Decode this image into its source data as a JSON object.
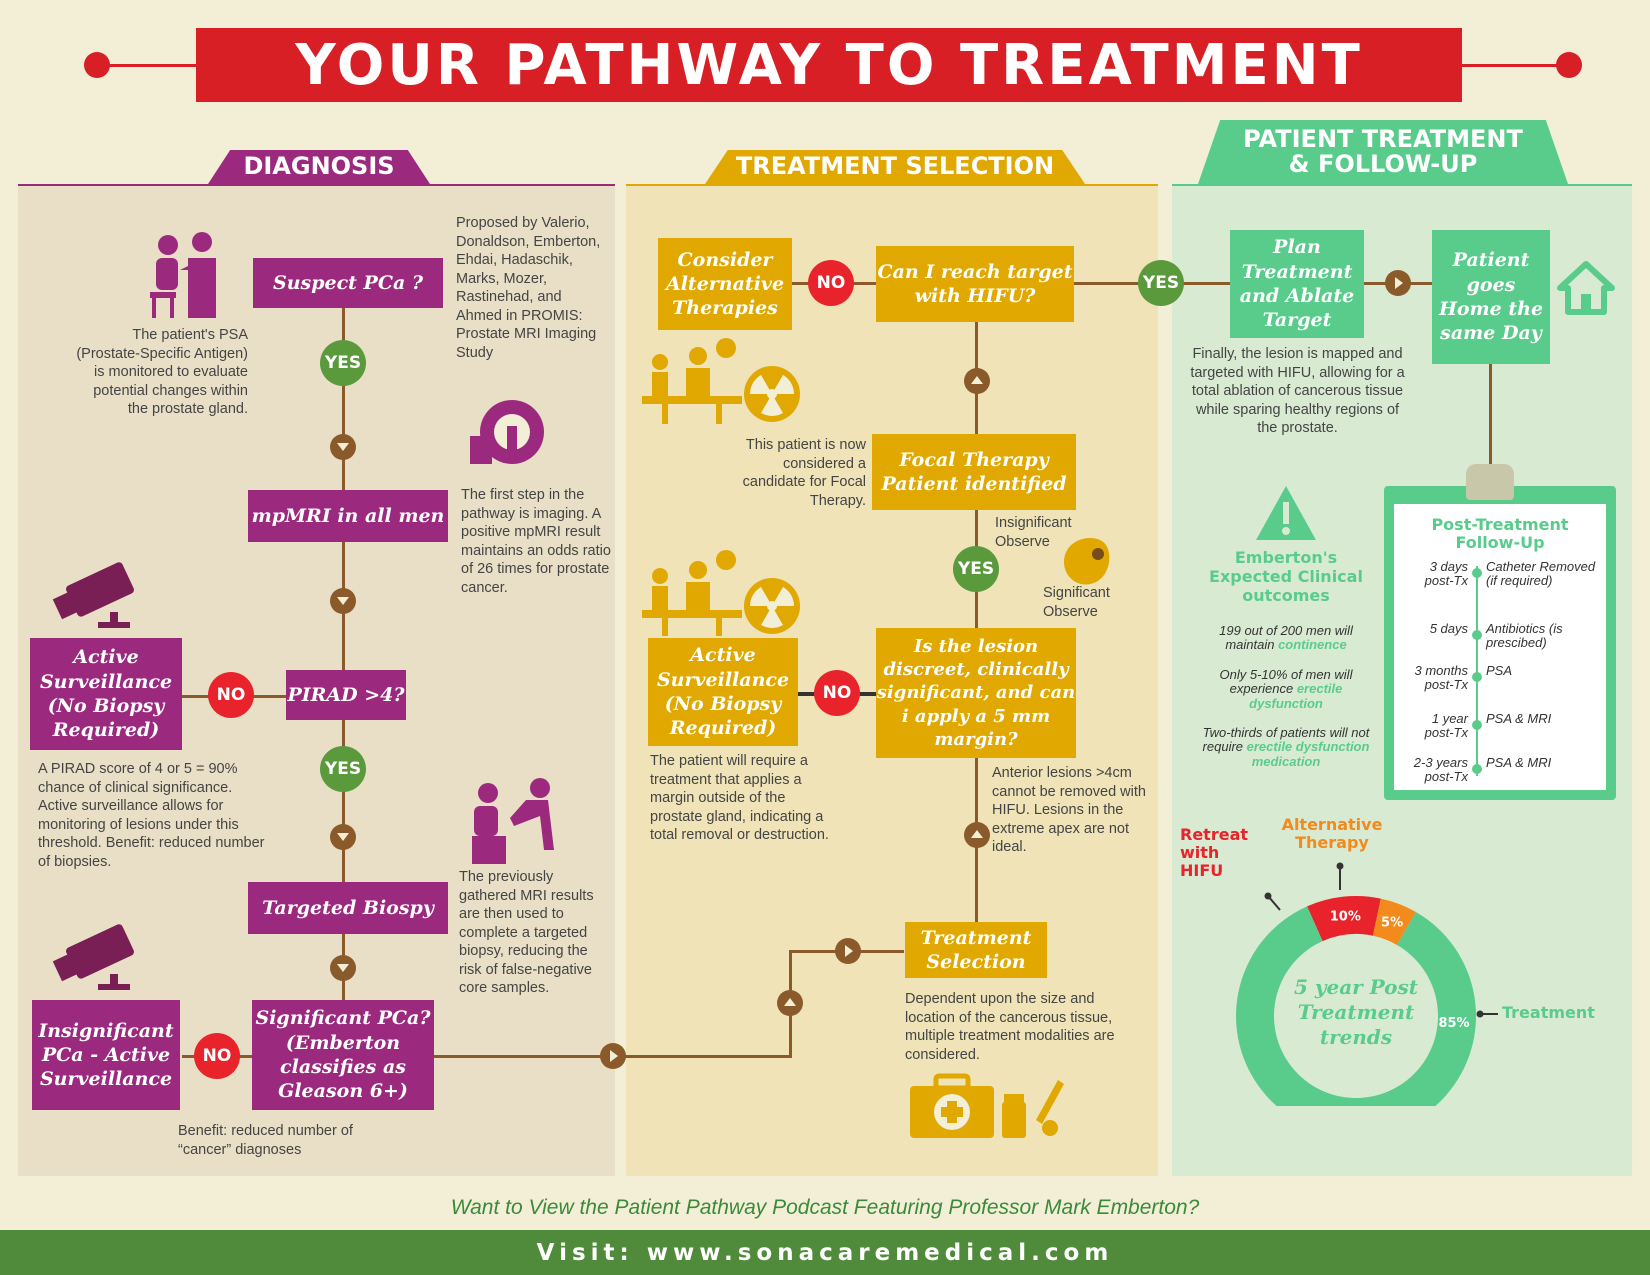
{
  "title": "YOUR PATHWAY TO TREATMENT",
  "sections": {
    "diagnosis": "DIAGNOSIS",
    "treatment_selection": "TREATMENT SELECTION",
    "follow_up_line1": "PATIENT TREATMENT",
    "follow_up_line2": "& FOLLOW-UP"
  },
  "diagnosis": {
    "suspect": "Suspect PCa ?",
    "proposed": "Proposed by Valerio, Donaldson, Emberton, Ehdai, Hadaschik, Marks, Mozer, Rastinehad, and Ahmed in PROMIS: Prostate MRI Imaging Study",
    "psa_note": "The patient's PSA (Prostate-Specific Antigen) is monitored to evaluate potential changes within the prostate gland.",
    "mpmri": "mpMRI in all men",
    "mpmri_note": "The first step in the pathway is imaging. A positive mpMRI result maintains an odds ratio of 26 times for prostate cancer.",
    "active_surv": "Active Surveillance (No Biopsy Required)",
    "pirad": "PIRAD >4?",
    "pirad_note": "A PIRAD score of 4 or 5 = 90% chance of clinical significance. Active surveillance allows for monitoring of lesions under this threshold. Benefit: reduced number of biopsies.",
    "targeted": "Targeted Biospy",
    "targeted_note": "The previously gathered MRI results are then used to complete a targeted biopsy, reducing the risk of false-negative core samples.",
    "insignificant": "Insignificant PCa - Active Surveillance",
    "significant": "Significant PCa? (Emberton classifies as Gleason 6+)",
    "benefit_note": "Benefit: reduced number of “cancer” diagnoses"
  },
  "treatment": {
    "consider_alt": "Consider Alternative Therapies",
    "can_reach": "Can I reach target with HIFU?",
    "candidate_note": "This patient is now considered a candidate for Focal Therapy.",
    "focal": "Focal Therapy Patient identified",
    "insig_observe": "Insignificant Observe",
    "sig_observe": "Significant Observe",
    "active_surv": "Active Surveillance (No Biopsy Required)",
    "lesion_q": "Is the lesion discreet, clinically significant, and can i apply a 5 mm margin?",
    "margin_note": "The patient will require a treatment that applies a margin outside of the prostate gland, indicating a total removal or destruction.",
    "anterior_note": "Anterior lesions >4cm cannot be removed with HIFU. Lesions in the extreme apex are not ideal.",
    "selection": "Treatment Selection",
    "selection_note": "Dependent upon the size and location of the cancerous tissue, multiple treatment modalities are considered."
  },
  "follow": {
    "plan": "Plan Treatment and Ablate Target",
    "home": "Patient goes Home the same Day",
    "ablate_note": "Finally, the lesion is mapped and targeted with HIFU, allowing for a total ablation of cancerous tissue while sparing healthy regions of the prostate.",
    "outcomes_title": "Emberton's Expected Clinical outcomes",
    "o1a": "199 out of 200 men will maintain ",
    "o1b": "continence",
    "o2a": "Only 5-10% of men will experience ",
    "o2b": "erectile dysfunction",
    "o3a": "Two-thirds of patients will not require ",
    "o3b": "erectile dysfunction medication",
    "fu_title": "Post-Treatment Follow-Up",
    "fu_rows": [
      {
        "when": "3 days post-Tx",
        "what": "Catheter Removed (if required)"
      },
      {
        "when": "5 days",
        "what": "Antibiotics (is prescibed)"
      },
      {
        "when": "3 months post-Tx",
        "what": "PSA"
      },
      {
        "when": "1 year post-Tx",
        "what": "PSA & MRI"
      },
      {
        "when": "2-3 years post-Tx",
        "what": "PSA & MRI"
      }
    ]
  },
  "labels": {
    "yes": "YES",
    "no": "NO"
  },
  "chart_data": {
    "type": "pie",
    "title": "5 year Post Treatment trends",
    "categories": [
      "Treatment",
      "Retreat with HIFU",
      "Alternative Therapy"
    ],
    "values": [
      85,
      10,
      5
    ],
    "value_labels": [
      "85%",
      "10%",
      "5%"
    ],
    "colors": [
      "#59cc8c",
      "#e8232b",
      "#f28a1c"
    ]
  },
  "footer": {
    "question": "Want to View the Patient Pathway Podcast Featuring Professor Mark Emberton?",
    "visit": "Visit: www.sonacaremedical.com"
  },
  "colors": {
    "purple": "#9b2a7f",
    "gold": "#e0a800",
    "green": "#59cc8c",
    "red": "#d81f26"
  }
}
